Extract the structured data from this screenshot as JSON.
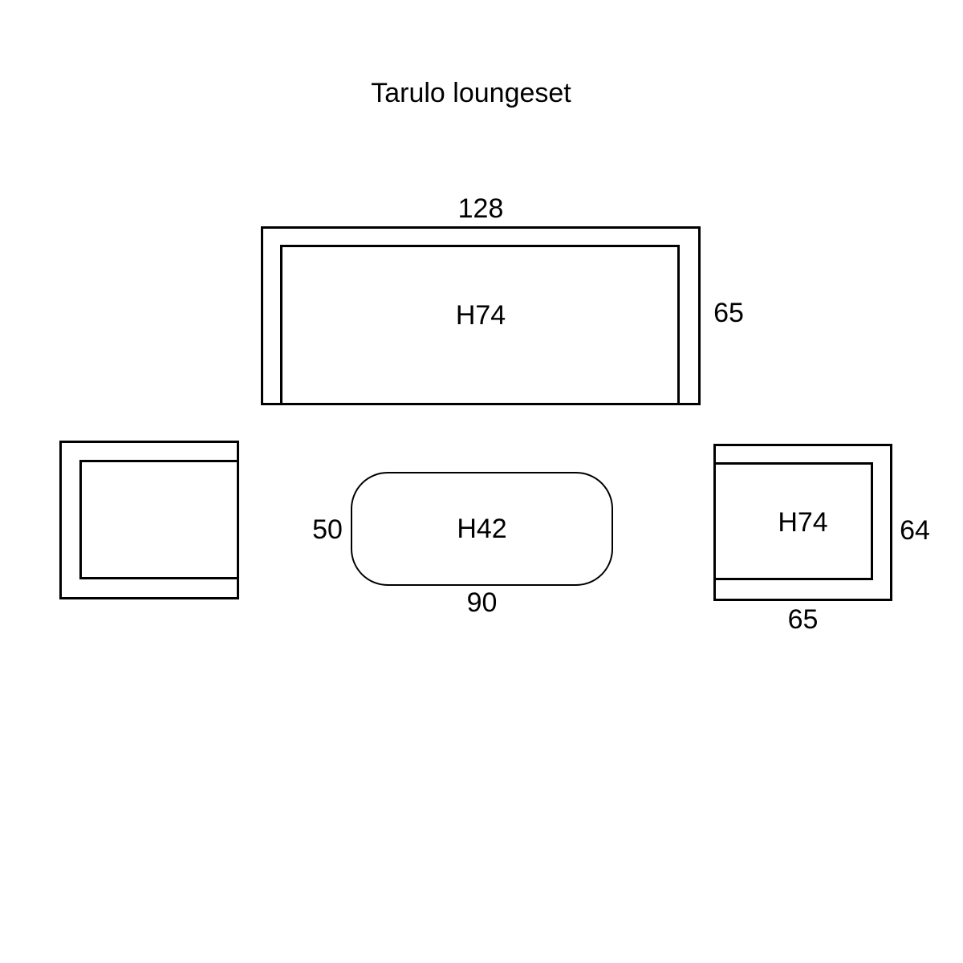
{
  "title": "Tarulo loungeset",
  "colors": {
    "line": "#000000",
    "background": "#ffffff"
  },
  "diagram": {
    "sofa": {
      "width_label": "128",
      "depth_label": "65",
      "height_label": "H74"
    },
    "left_chair": {},
    "table": {
      "depth_label": "50",
      "height_label": "H42",
      "width_label": "90"
    },
    "right_chair": {
      "height_label": "H74",
      "depth_label": "64",
      "width_label": "65"
    }
  }
}
